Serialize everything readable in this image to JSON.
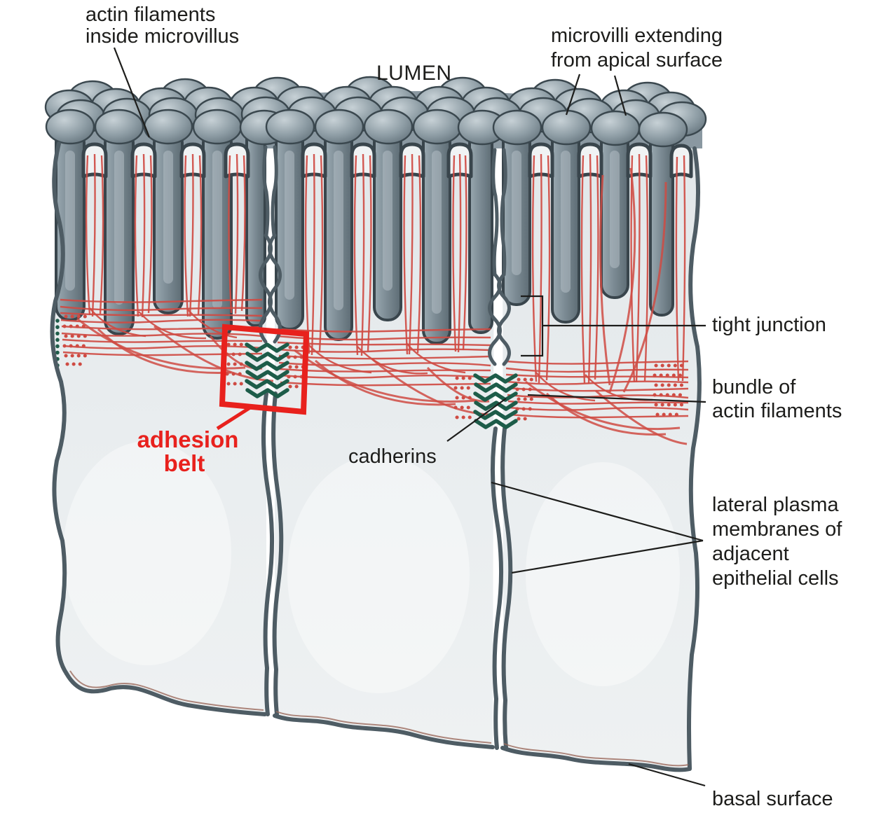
{
  "lumen_label": "LUMEN",
  "labels": {
    "actin_filaments_line1": "actin filaments",
    "actin_filaments_line2": "inside microvillus",
    "microvilli_line1": "microvilli extending",
    "microvilli_line2": "from apical surface",
    "tight_junction": "tight junction",
    "bundle_line1": "bundle of",
    "bundle_line2": "actin filaments",
    "adhesion_line1": "adhesion",
    "adhesion_line2": "belt",
    "cadherins": "cadherins",
    "lateral_line1": "lateral plasma",
    "lateral_line2": "membranes of",
    "lateral_line3": "adjacent",
    "lateral_line4": "epithelial cells",
    "basal_surface": "basal surface"
  },
  "colors": {
    "label_text": "#1d1d1b",
    "highlight_red": "#e8211d",
    "actin_red": "#cf4b43",
    "cadherin_green": "#1d5c49",
    "membrane_gray": "#4e5c64",
    "cell_fill": "#e9edef"
  }
}
